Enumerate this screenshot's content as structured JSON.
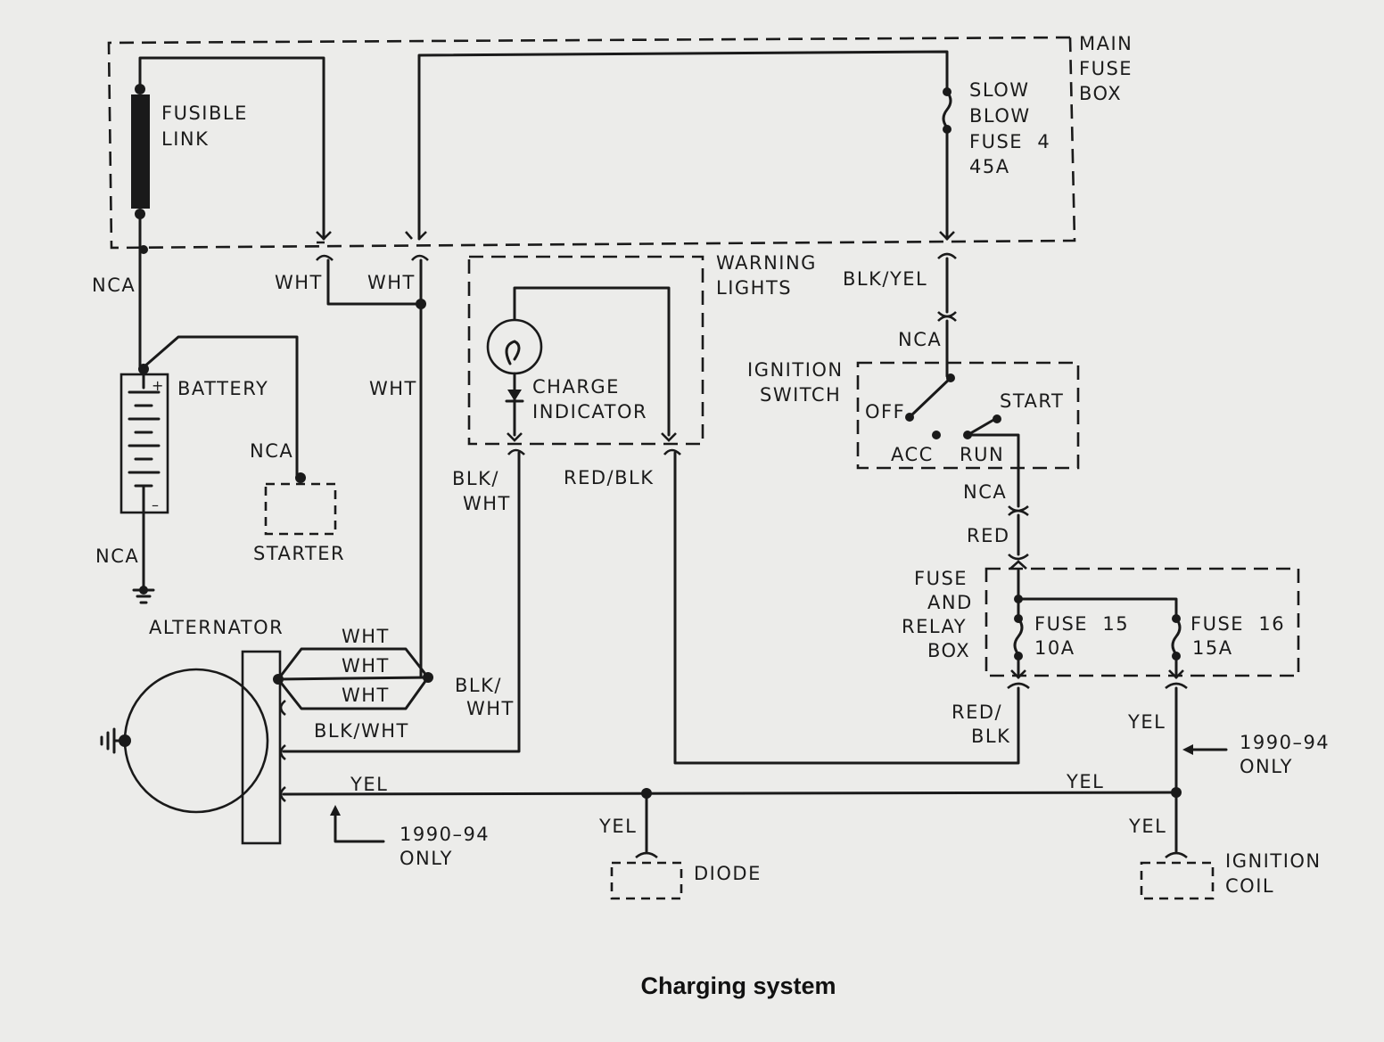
{
  "caption": "Charging system",
  "boxes": {
    "main_fuse_box": [
      "MAIN",
      "FUSE",
      "BOX"
    ],
    "warning_lights": [
      "WARNING",
      "LIGHTS"
    ],
    "ignition_switch": [
      "IGNITION",
      "SWITCH"
    ],
    "fuse_relay_box": [
      "FUSE",
      "AND",
      "RELAY",
      "BOX"
    ]
  },
  "components": {
    "fusible_link": [
      "FUSIBLE",
      "LINK"
    ],
    "slow_blow_fuse": [
      "SLOW",
      "BLOW",
      "FUSE  4",
      "45A"
    ],
    "battery": "BATTERY",
    "starter": "STARTER",
    "alternator": "ALTERNATOR",
    "charge_indicator": [
      "CHARGE",
      "INDICATOR"
    ],
    "diode": "DIODE",
    "ignition_coil": [
      "IGNITION",
      "COIL"
    ],
    "fuse_15": [
      "FUSE  15",
      "10A"
    ],
    "fuse_16": [
      "FUSE  16",
      "15A"
    ]
  },
  "switch_positions": {
    "off": "OFF",
    "acc": "ACC",
    "run": "RUN",
    "start": "START"
  },
  "wires": {
    "nca": "NCA",
    "wht": "WHT",
    "blk_yel": "BLK/YEL",
    "blk_wht_split": [
      "BLK/",
      "WHT"
    ],
    "blk_wht": "BLK/WHT",
    "red_blk": "RED/BLK",
    "red_blk_split": [
      "RED/",
      "BLK"
    ],
    "red": "RED",
    "yel": "YEL"
  },
  "notes": {
    "years": [
      "1990–94",
      "ONLY"
    ]
  },
  "terminals": {
    "plus": "+",
    "minus": "–"
  }
}
